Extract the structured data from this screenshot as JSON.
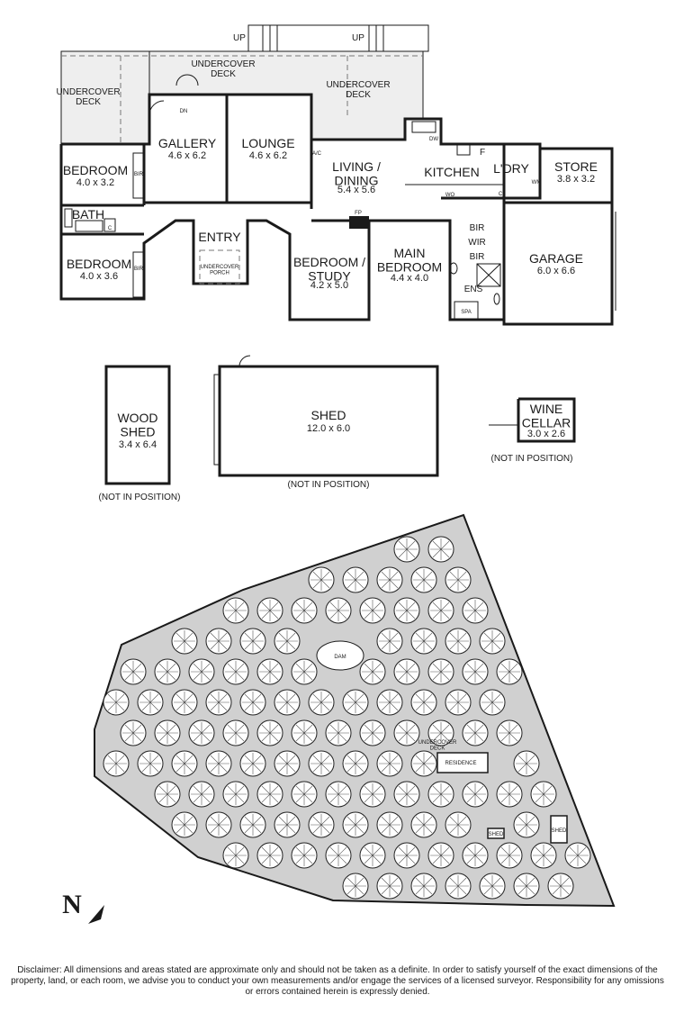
{
  "rooms": {
    "undercover_deck_left": "UNDERCOVER\nDECK",
    "undercover_deck_top": "UNDERCOVER\nDECK",
    "undercover_deck_right": "UNDERCOVER\nDECK",
    "gallery": {
      "name": "GALLERY",
      "dims": "4.6 x 6.2"
    },
    "lounge": {
      "name": "LOUNGE",
      "dims": "4.6 x 6.2"
    },
    "living": {
      "name": "LIVING /\nDINING",
      "dims": "5.4 x 5.6"
    },
    "kitchen": {
      "name": "KITCHEN"
    },
    "laundry": {
      "name": "L'DRY"
    },
    "store": {
      "name": "STORE",
      "dims": "3.8 x 3.2"
    },
    "bedroom1": {
      "name": "BEDROOM",
      "dims": "4.0 x 3.2"
    },
    "bath": {
      "name": "BATH"
    },
    "bedroom2": {
      "name": "BEDROOM",
      "dims": "4.0 x 3.6"
    },
    "entry": {
      "name": "ENTRY"
    },
    "undercover_porch": "UNDERCOVER\nPORCH",
    "bedroom_study": {
      "name": "BEDROOM /\nSTUDY",
      "dims": "4.2 x 5.0"
    },
    "main_bedroom": {
      "name": "MAIN\nBEDROOM",
      "dims": "4.4 x 4.0"
    },
    "garage": {
      "name": "GARAGE",
      "dims": "6.0 x 6.6"
    },
    "wood_shed": {
      "name": "WOOD\nSHED",
      "dims": "3.4 x 6.4"
    },
    "shed": {
      "name": "SHED",
      "dims": "12.0 x 6.0"
    },
    "wine_cellar": {
      "name": "WINE\nCELLAR",
      "dims": "3.0 x 2.6"
    }
  },
  "small_labels": {
    "up1": "UP",
    "up2": "UP",
    "dn": "DN",
    "bir1": "BIR",
    "bir2": "BIR",
    "bir3": "BIR",
    "bir4": "BIR",
    "wir": "WIR",
    "ens": "ENS",
    "spa": "SPA",
    "ac": "A/C",
    "fp": "FP",
    "dw": "DW",
    "f": "F",
    "wo": "WO",
    "c1": "C",
    "c2": "C",
    "wm": "WM"
  },
  "not_in_position": "(NOT IN POSITION)",
  "site": {
    "dam": "DAM",
    "undercover_deck": "UNDERCOVER\nDECK",
    "residence": "RESIDENCE",
    "shed1": "SHED",
    "shed2": "SHED"
  },
  "north": "N",
  "disclaimer": "Disclaimer: All dimensions and areas stated are approximate only and should not be taken as a definite. In order to satisfy yourself of the exact dimensions of the property, land, or each room, we advise you to conduct your own measurements and/or engage the services of a licensed surveyor. Responsibility for any omissions or errors contained herein is expressly denied."
}
